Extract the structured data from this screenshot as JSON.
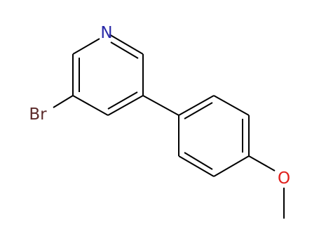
{
  "molecule": {
    "colors": {
      "carbon_bond": "#000000",
      "nitrogen": "#2a2aa8",
      "bromine": "#5b2a2a",
      "oxygen": "#e0201c"
    },
    "atoms": {
      "nitrogen": "N",
      "bromine": "Br",
      "oxygen": "O"
    }
  }
}
